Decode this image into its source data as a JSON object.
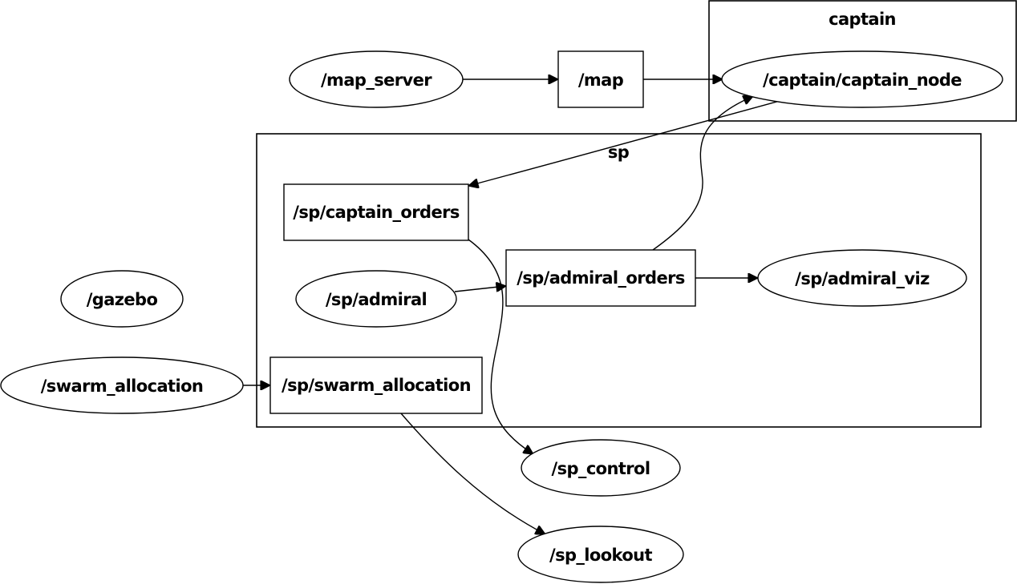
{
  "graph": {
    "clusters": [
      {
        "id": "captain",
        "label": "captain"
      },
      {
        "id": "sp",
        "label": "sp"
      }
    ],
    "nodes": [
      {
        "id": "map_server",
        "label": "/map_server",
        "shape": "ellipse"
      },
      {
        "id": "map",
        "label": "/map",
        "shape": "box"
      },
      {
        "id": "captain_node",
        "label": "/captain/captain_node",
        "shape": "ellipse"
      },
      {
        "id": "sp_captain_orders",
        "label": "/sp/captain_orders",
        "shape": "box"
      },
      {
        "id": "sp_admiral",
        "label": "/sp/admiral",
        "shape": "ellipse"
      },
      {
        "id": "sp_admiral_orders",
        "label": "/sp/admiral_orders",
        "shape": "box"
      },
      {
        "id": "sp_admiral_viz",
        "label": "/sp/admiral_viz",
        "shape": "ellipse"
      },
      {
        "id": "gazebo",
        "label": "/gazebo",
        "shape": "ellipse"
      },
      {
        "id": "swarm_allocation",
        "label": "/swarm_allocation",
        "shape": "ellipse"
      },
      {
        "id": "sp_swarm_allocation",
        "label": "/sp/swarm_allocation",
        "shape": "box"
      },
      {
        "id": "sp_control",
        "label": "/sp_control",
        "shape": "ellipse"
      },
      {
        "id": "sp_lookout",
        "label": "/sp_lookout",
        "shape": "ellipse"
      }
    ],
    "edges": [
      {
        "from": "map_server",
        "to": "map"
      },
      {
        "from": "map",
        "to": "captain_node"
      },
      {
        "from": "captain_node",
        "to": "sp_captain_orders"
      },
      {
        "from": "sp_admiral_orders",
        "to": "captain_node"
      },
      {
        "from": "sp_admiral",
        "to": "sp_admiral_orders"
      },
      {
        "from": "sp_admiral_orders",
        "to": "sp_admiral_viz"
      },
      {
        "from": "sp_captain_orders",
        "to": "sp_control"
      },
      {
        "from": "swarm_allocation",
        "to": "sp_swarm_allocation"
      },
      {
        "from": "sp_swarm_allocation",
        "to": "sp_lookout"
      }
    ]
  }
}
